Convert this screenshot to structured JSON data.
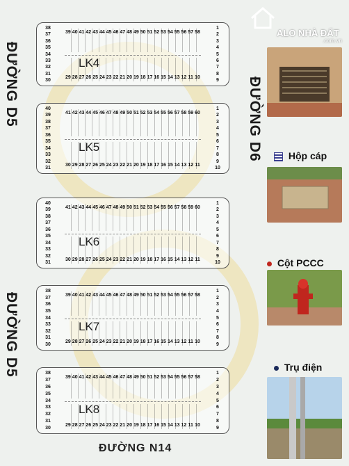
{
  "roads": {
    "d5_top": "ĐƯỜNG D5",
    "d5_bottom": "ĐƯỜNG D5",
    "d6": "ĐƯỜNG D6",
    "n14": "ĐƯỜNG N14"
  },
  "blocks": [
    {
      "name": "LK4",
      "top_row": [
        "39",
        "40",
        "41",
        "42",
        "43",
        "44",
        "45",
        "46",
        "47",
        "48",
        "49",
        "50",
        "51",
        "52",
        "53",
        "54",
        "55",
        "56",
        "57",
        "58"
      ],
      "bottom_row": [
        "29",
        "28",
        "27",
        "26",
        "25",
        "24",
        "23",
        "22",
        "21",
        "20",
        "19",
        "18",
        "17",
        "16",
        "15",
        "14",
        "13",
        "12",
        "11",
        "10"
      ],
      "left_col": [
        "38",
        "37",
        "36",
        "35",
        "34",
        "33",
        "32",
        "31",
        "30"
      ],
      "right_col": [
        "1",
        "2",
        "3",
        "4",
        "5",
        "6",
        "7",
        "8",
        "9"
      ]
    },
    {
      "name": "LK5",
      "top_row": [
        "41",
        "42",
        "43",
        "44",
        "45",
        "46",
        "47",
        "48",
        "49",
        "50",
        "51",
        "52",
        "53",
        "54",
        "55",
        "56",
        "57",
        "58",
        "59",
        "60"
      ],
      "bottom_row": [
        "30",
        "29",
        "28",
        "27",
        "26",
        "25",
        "24",
        "23",
        "22",
        "21",
        "20",
        "19",
        "18",
        "17",
        "16",
        "15",
        "14",
        "13",
        "12",
        "11"
      ],
      "left_col": [
        "40",
        "39",
        "38",
        "37",
        "36",
        "35",
        "34",
        "33",
        "32",
        "31"
      ],
      "right_col": [
        "1",
        "2",
        "3",
        "4",
        "5",
        "6",
        "7",
        "8",
        "9",
        "10"
      ]
    },
    {
      "name": "LK6",
      "top_row": [
        "41",
        "42",
        "43",
        "44",
        "45",
        "46",
        "47",
        "48",
        "49",
        "50",
        "51",
        "52",
        "53",
        "54",
        "55",
        "56",
        "57",
        "58",
        "59",
        "60"
      ],
      "bottom_row": [
        "30",
        "29",
        "28",
        "27",
        "26",
        "25",
        "24",
        "23",
        "22",
        "21",
        "20",
        "19",
        "18",
        "17",
        "16",
        "15",
        "14",
        "13",
        "12",
        "11"
      ],
      "left_col": [
        "40",
        "39",
        "38",
        "37",
        "36",
        "35",
        "34",
        "33",
        "32",
        "31"
      ],
      "right_col": [
        "1",
        "2",
        "3",
        "4",
        "5",
        "6",
        "7",
        "8",
        "9",
        "10"
      ]
    },
    {
      "name": "LK7",
      "top_row": [
        "39",
        "40",
        "41",
        "42",
        "43",
        "44",
        "45",
        "46",
        "47",
        "48",
        "49",
        "50",
        "51",
        "52",
        "53",
        "54",
        "55",
        "56",
        "57",
        "58"
      ],
      "bottom_row": [
        "29",
        "28",
        "27",
        "26",
        "25",
        "24",
        "23",
        "22",
        "21",
        "20",
        "19",
        "18",
        "17",
        "16",
        "15",
        "14",
        "13",
        "12",
        "11",
        "10"
      ],
      "left_col": [
        "38",
        "37",
        "36",
        "35",
        "34",
        "33",
        "32",
        "31",
        "30"
      ],
      "right_col": [
        "1",
        "2",
        "3",
        "4",
        "5",
        "6",
        "7",
        "8",
        "9"
      ]
    },
    {
      "name": "LK8",
      "top_row": [
        "39",
        "40",
        "41",
        "42",
        "43",
        "44",
        "45",
        "46",
        "47",
        "48",
        "49",
        "50",
        "51",
        "52",
        "53",
        "54",
        "55",
        "56",
        "57",
        "58"
      ],
      "bottom_row": [
        "29",
        "28",
        "27",
        "26",
        "25",
        "24",
        "23",
        "22",
        "21",
        "20",
        "19",
        "18",
        "17",
        "16",
        "15",
        "14",
        "13",
        "12",
        "11",
        "10"
      ],
      "left_col": [
        "38",
        "37",
        "36",
        "35",
        "34",
        "33",
        "32",
        "31",
        "30"
      ],
      "right_col": [
        "1",
        "2",
        "3",
        "4",
        "5",
        "6",
        "7",
        "8",
        "9"
      ]
    }
  ],
  "legend": {
    "hop_cap": "Hộp cáp",
    "cot_pccc": "Cột PCCC",
    "tru_dien": "Trụ điện"
  },
  "watermark": {
    "brand": "ALO NHÀ ĐẤT",
    "domain": ".com.vn"
  },
  "colors": {
    "hop_cap_icon": "#3a3f8f",
    "pccc_dot": "#c0261e",
    "tru_dien_dot": "#1a2a5a",
    "watermark": "#ffffff"
  }
}
